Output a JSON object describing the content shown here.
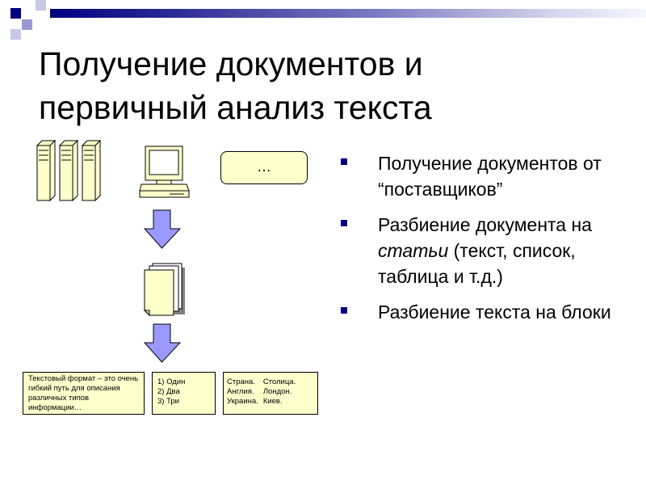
{
  "slide": {
    "title_line1": "Получение документов и",
    "title_line2": "первичный анализ текста"
  },
  "colors": {
    "accent": "#000080",
    "box_fill": "#ffffcc",
    "arrow_fill": "#9999ff"
  },
  "bullets": [
    {
      "text": "Получение документов от “поставщиков”"
    },
    {
      "text_before": "Разбиение документа на ",
      "text_italic": "статьи",
      "text_after": " (текст, список, таблица и т.д.)"
    },
    {
      "text": "Разбиение текста на блоки"
    }
  ],
  "diagram": {
    "ellipsis_box": "…",
    "text_box": "Текстовый формат – это очень гибкий путь для описания различных типов информации…",
    "list_box": [
      "1) Один",
      "2) Два",
      "3) Три"
    ],
    "table_box": [
      [
        "Страна.",
        "Столица."
      ],
      [
        "Англия.",
        "Лондон."
      ],
      [
        "Украина.",
        "Киев."
      ]
    ],
    "icons": [
      "server-rack-icon",
      "computer-icon",
      "arrow-down-icon",
      "documents-stack-icon"
    ]
  }
}
